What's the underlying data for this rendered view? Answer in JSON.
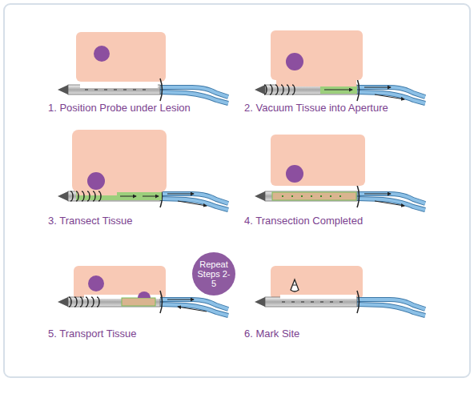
{
  "diagram": {
    "nodes": [
      {
        "text": [
          "Repeat Steps 2-5"
        ]
      }
    ],
    "labels": [
      "1. Position Probe under Lesion",
      "2. Vacuum Tissue into Aperture",
      "3. Transect Tissue",
      "4. Transection Completed",
      "5. Transport Tissue",
      "6. Mark Site"
    ]
  }
}
